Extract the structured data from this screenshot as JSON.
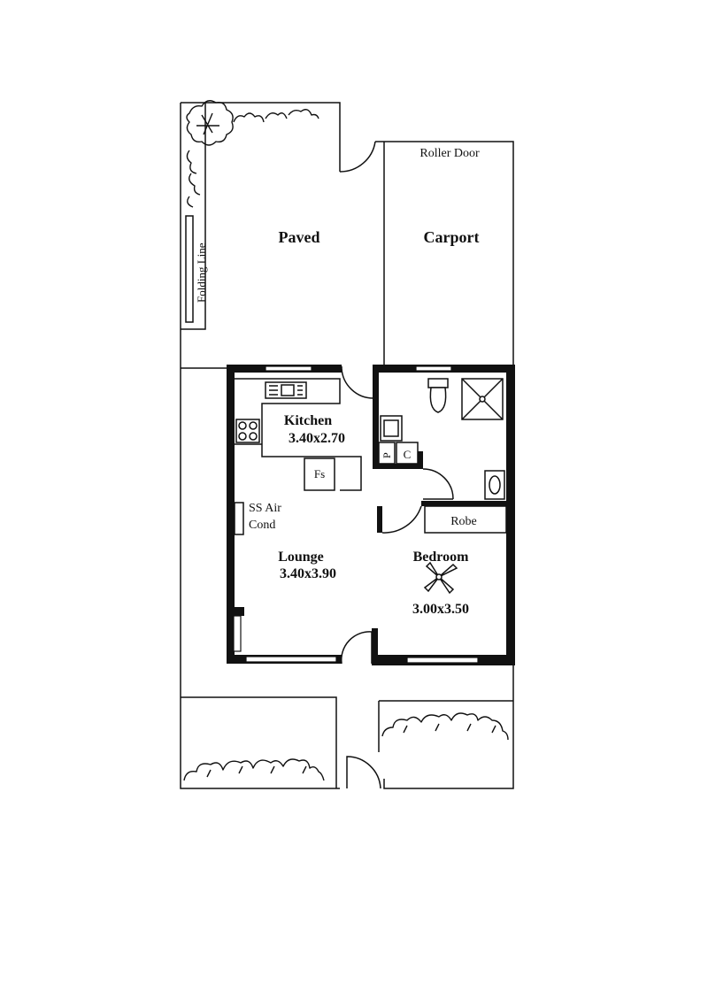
{
  "labels": {
    "roller_door": "Roller Door",
    "paved": "Paved",
    "carport": "Carport",
    "folding_line": "Folding Line",
    "kitchen": "Kitchen",
    "kitchen_size": "3.40x2.70",
    "fridge_space": "Fs",
    "air_cond_line1": "SS Air",
    "air_cond_line2": "Cond",
    "lounge": "Lounge",
    "lounge_size": "3.40x3.90",
    "pantry": "P",
    "cupboard": "C",
    "robe": "Robe",
    "bedroom": "Bedroom",
    "bedroom_size": "3.00x3.50"
  }
}
